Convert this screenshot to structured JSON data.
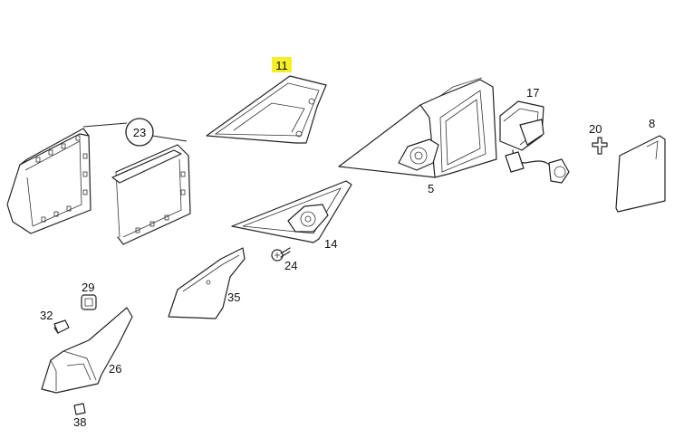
{
  "highlight_color": "#f4ef2a",
  "callouts": {
    "c11": "11",
    "c17": "17",
    "c20": "20",
    "c8": "8",
    "c23": "23",
    "c5": "5",
    "c14": "14",
    "c24": "24",
    "c29": "29",
    "c32": "32",
    "c35": "35",
    "c26": "26",
    "c38": "38"
  }
}
